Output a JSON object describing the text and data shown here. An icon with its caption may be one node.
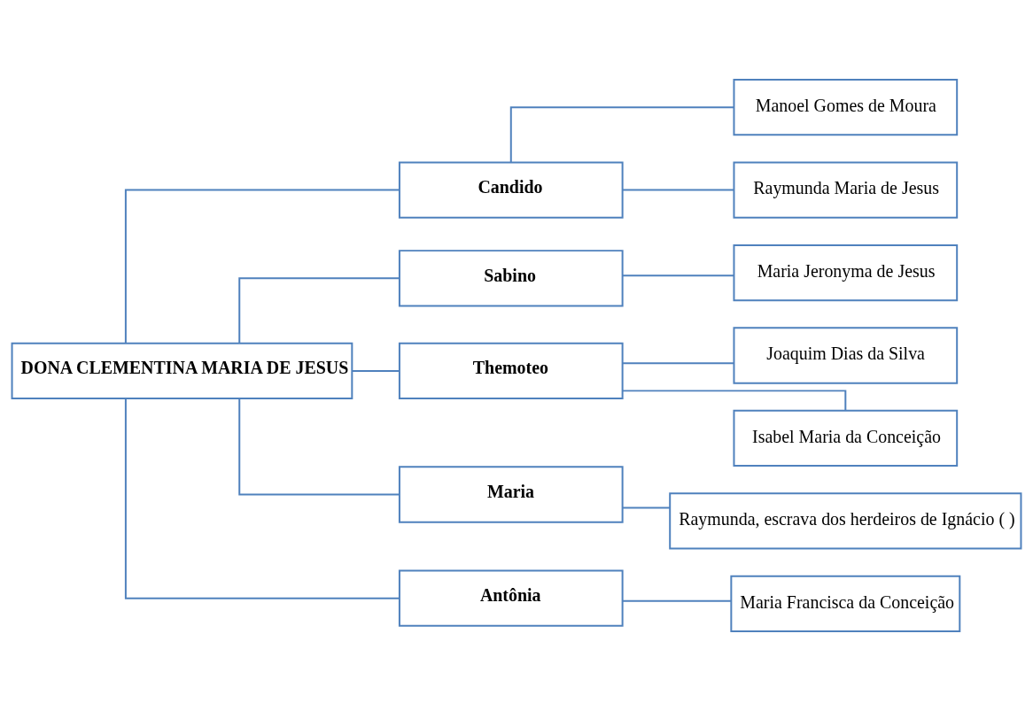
{
  "diagram": {
    "nodes": [
      {
        "text": [
          "DONA CLEMENTINA MARIA DE JESUS"
        ]
      },
      {
        "text": [
          "Candido"
        ]
      },
      {
        "text": [
          "Manoel Gomes de Moura"
        ]
      },
      {
        "text": [
          "Raymunda Maria de Jesus"
        ]
      },
      {
        "text": [
          "Sabino"
        ]
      },
      {
        "text": [
          "Maria Jeronyma de Jesus"
        ]
      },
      {
        "text": [
          "Themoteo"
        ]
      },
      {
        "text": [
          "Joaquim Dias da Silva"
        ]
      },
      {
        "text": [
          "Isabel Maria da Conceição"
        ]
      },
      {
        "text": [
          "Maria"
        ]
      },
      {
        "text": [
          "Raymunda, escrava dos herdeiros de Ignácio ( )"
        ]
      },
      {
        "text": [
          "Antônia"
        ]
      },
      {
        "text": [
          "Maria Francisca da Conceição"
        ]
      }
    ],
    "edges": [
      {
        "from": 0,
        "to": 1,
        "arrow": "none"
      },
      {
        "from": 0,
        "to": 4,
        "arrow": "none"
      },
      {
        "from": 0,
        "to": 6,
        "arrow": "none"
      },
      {
        "from": 0,
        "to": 9,
        "arrow": "none"
      },
      {
        "from": 0,
        "to": 11,
        "arrow": "none"
      },
      {
        "from": 1,
        "to": 2,
        "arrow": "none"
      },
      {
        "from": 1,
        "to": 3,
        "arrow": "none"
      },
      {
        "from": 4,
        "to": 5,
        "arrow": "none"
      },
      {
        "from": 6,
        "to": 7,
        "arrow": "none"
      },
      {
        "from": 6,
        "to": 8,
        "arrow": "none"
      },
      {
        "from": 9,
        "to": 10,
        "arrow": "none"
      },
      {
        "from": 11,
        "to": 12,
        "arrow": "none"
      }
    ]
  }
}
